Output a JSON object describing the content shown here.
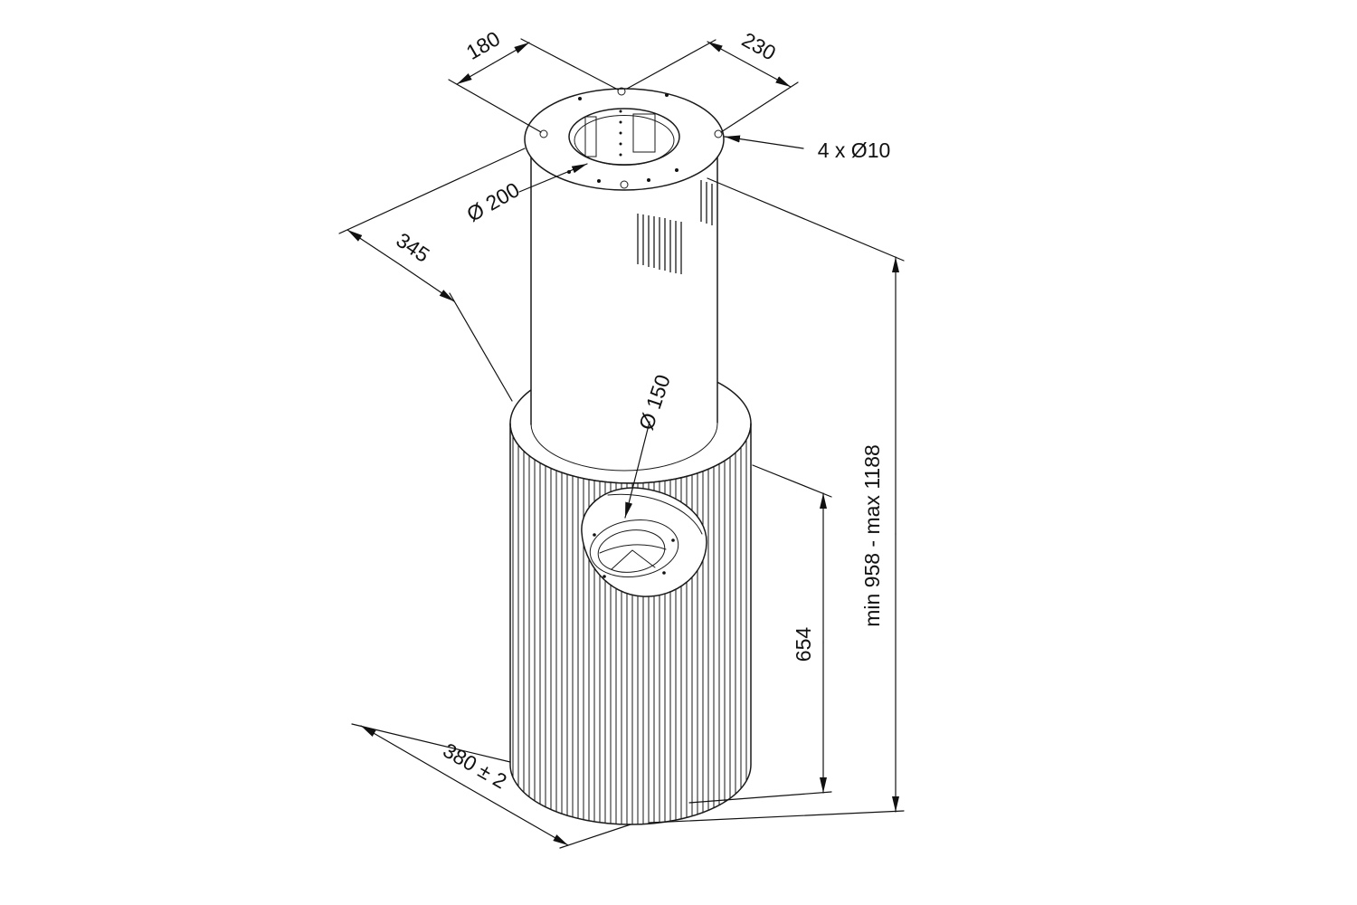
{
  "drawing": {
    "background": "#ffffff",
    "line_color": "#1a1a1a",
    "labels": {
      "top_depth": "180",
      "top_width": "230",
      "mount_holes": "4 x Ø10",
      "top_opening": "Ø 200",
      "chimney_length": "345",
      "duct_diameter": "Ø 150",
      "body_height": "654",
      "install_height": "min 958 - max 1188",
      "body_diameter": "380 ± 2"
    }
  }
}
